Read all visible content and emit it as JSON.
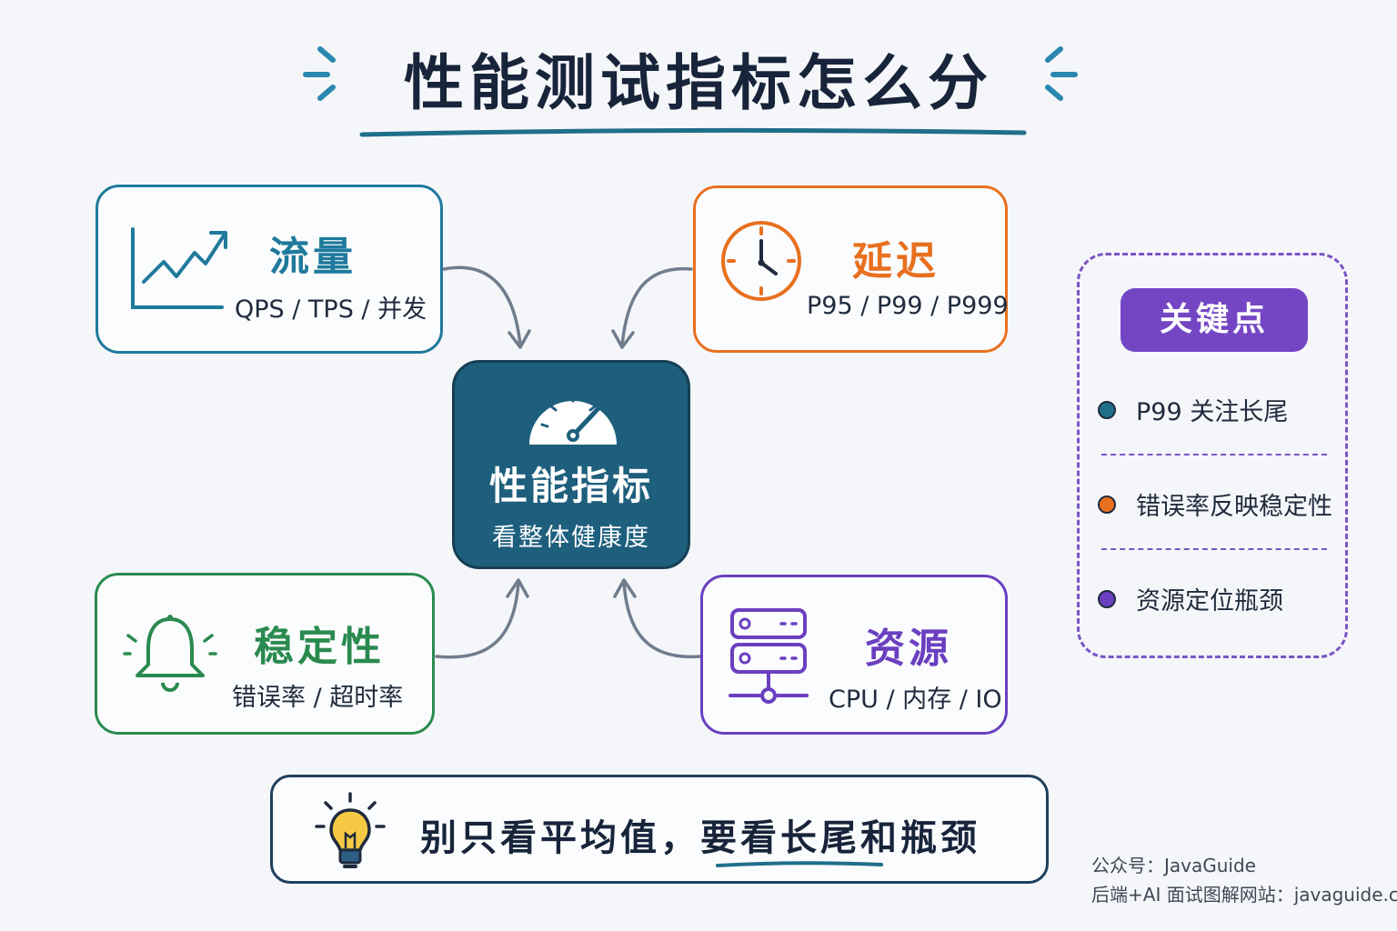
{
  "title": "性能测试指标怎么分",
  "center": {
    "title": "性能指标",
    "subtitle": "看整体健康度"
  },
  "cards": {
    "traffic": {
      "title": "流量",
      "subtitle": "QPS / TPS / 并发",
      "color": "#1f7a9c",
      "icon": "trend-chart-icon"
    },
    "latency": {
      "title": "延迟",
      "subtitle": "P95 / P99 / P999",
      "color": "#e8701f",
      "icon": "clock-icon"
    },
    "stability": {
      "title": "稳定性",
      "subtitle": "错误率 / 超时率",
      "color": "#2a8a4f",
      "icon": "bell-icon"
    },
    "resource": {
      "title": "资源",
      "subtitle": "CPU / 内存 / IO",
      "color": "#6a3fc0",
      "icon": "server-icon"
    }
  },
  "key_points": {
    "title": "关键点",
    "items": [
      {
        "text": "P99 关注长尾",
        "color": "#1f6f8b"
      },
      {
        "text": "错误率反映稳定性",
        "color": "#e8701f"
      },
      {
        "text": "资源定位瓶颈",
        "color": "#6a3fc0"
      }
    ]
  },
  "bottom_tip": {
    "text_before": "别只看平均值，",
    "text_emphasis": "要看长尾和瓶颈",
    "icon": "lightbulb-icon"
  },
  "footer": {
    "line1": "公众号：JavaGuide",
    "line2": "后端+AI 面试图解网站：javaguide.cn"
  }
}
